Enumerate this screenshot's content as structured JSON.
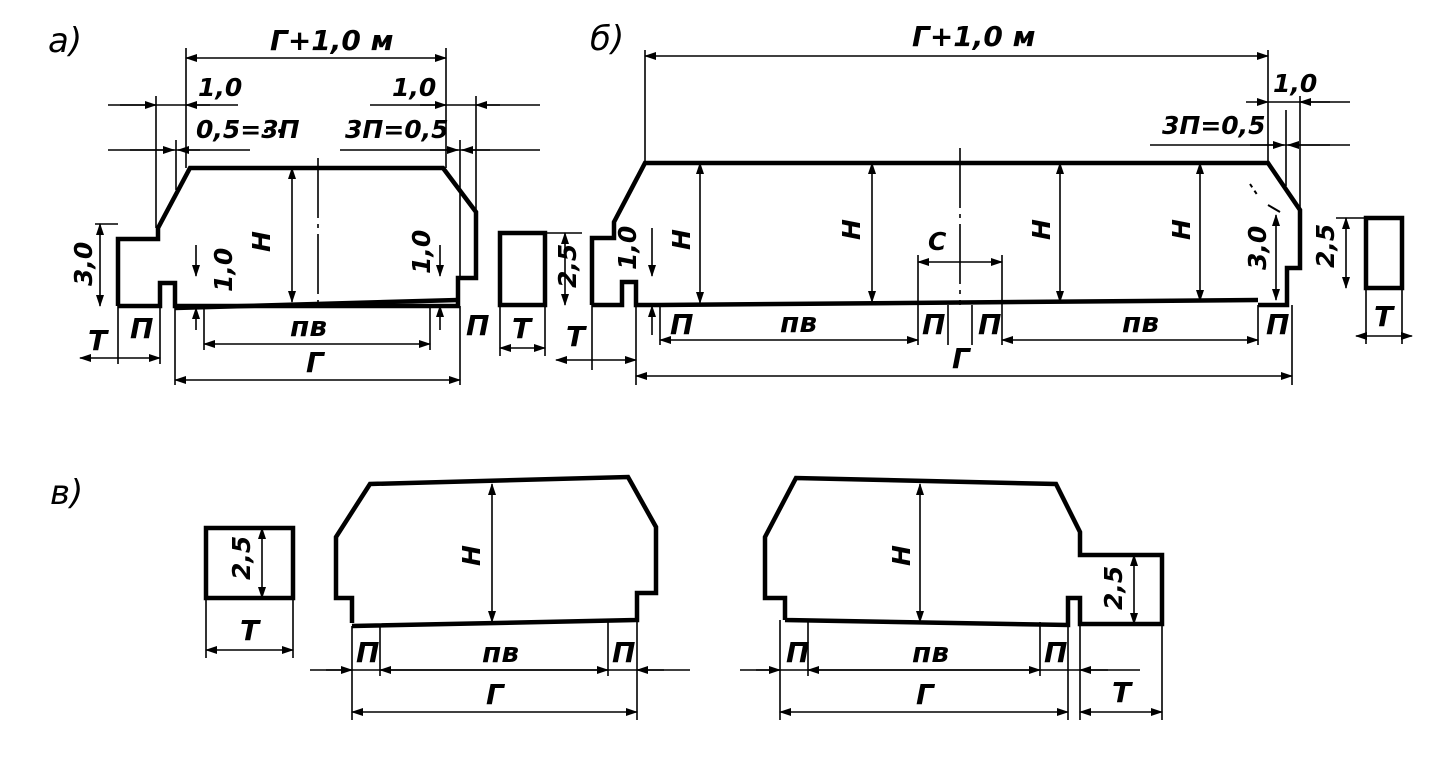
{
  "labels": {
    "a": "а)",
    "b": "б)",
    "v": "в)"
  },
  "dims": {
    "width_total": "Г+1,0 м",
    "one": "1,0",
    "half_left": "0,5=3П",
    "half_right": "3П=0,5",
    "three": "3,0",
    "two_half": "2,5",
    "T": "Т",
    "P": "П",
    "pv": "пв",
    "G": "Г",
    "H": "Н",
    "C": "С"
  }
}
